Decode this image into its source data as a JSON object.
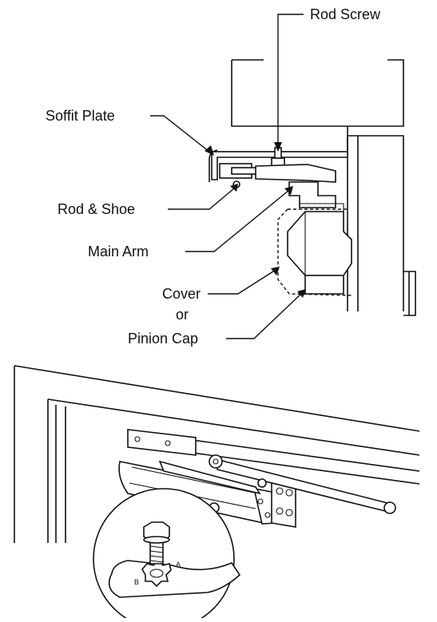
{
  "labels": {
    "rod_screw": "Rod Screw",
    "soffit_plate": "Soffit Plate",
    "rod_and_shoe": "Rod & Shoe",
    "main_arm": "Main Arm",
    "cover_line1": "Cover",
    "cover_line2": "or",
    "cover_line3": "Pinion Cap"
  },
  "inset_marks": {
    "left": "B",
    "right": "A"
  },
  "colors": {
    "line": "#111111",
    "shade": "#d9d9d9",
    "background": "#ffffff"
  }
}
